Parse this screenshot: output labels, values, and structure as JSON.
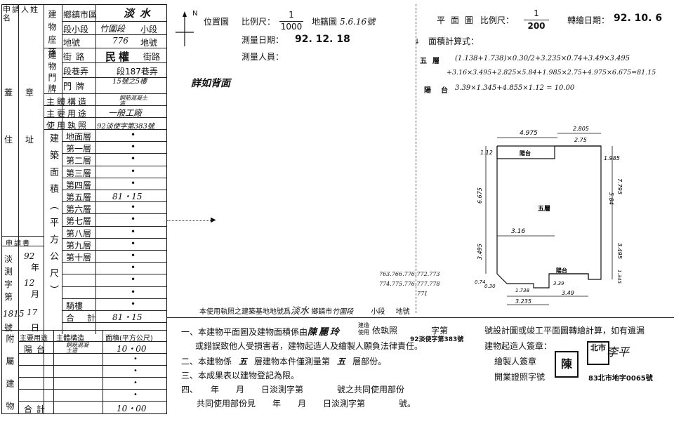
{
  "left_panel": {
    "applicant_label": "申請人姓名",
    "building_location_label": "建物座落",
    "seal_label": "蓋章",
    "address_label": "住址",
    "rows": {
      "township_label": "鄉鎮市區",
      "township_value": "淡水",
      "section_label": "段小段",
      "section_value_1": "竹圍段",
      "section_value_2": "小段",
      "lot_label": "地號",
      "lot_value": "776",
      "lot_suffix": "地號",
      "street_label": "街路",
      "street_value": "民權",
      "street_suffix": "街路",
      "lane_label": "段巷弄",
      "lane_value": "段187巷弄",
      "door_label": "門牌",
      "door_value": "15號之5樓",
      "structure_label": "主體構造",
      "structure_value": "鋼筋混凝土造",
      "usage_label": "主要用途",
      "usage_value": "一般工廠",
      "permit_label": "使用執照",
      "permit_value": "92淡使字第383號"
    },
    "group_labels": {
      "building_label": "建物門牌",
      "area_label": "建築面積（平方公尺）"
    },
    "floors": [
      {
        "name": "地面層",
        "value": "•"
      },
      {
        "name": "第一層",
        "value": "•"
      },
      {
        "name": "第二層",
        "value": "•"
      },
      {
        "name": "第三層",
        "value": "•"
      },
      {
        "name": "第四層",
        "value": "•"
      },
      {
        "name": "第五層",
        "value": "81・15"
      },
      {
        "name": "第六層",
        "value": "•"
      },
      {
        "name": "第七層",
        "value": "•"
      },
      {
        "name": "第八層",
        "value": "•"
      },
      {
        "name": "第九層",
        "value": "•"
      },
      {
        "name": "第十層",
        "value": "•"
      },
      {
        "name": "",
        "value": "•"
      },
      {
        "name": "",
        "value": "•"
      },
      {
        "name": "",
        "value": "•"
      },
      {
        "name": "騎樓",
        "value": "•"
      },
      {
        "name": "合計",
        "value": "81・15"
      }
    ],
    "application": {
      "label": "申請書",
      "prefix": "淡測字第",
      "year": "92",
      "year_unit": "年",
      "month": "12",
      "month_unit": "月",
      "number": "1815",
      "day": "17",
      "number_unit": "號",
      "day_unit": "日"
    },
    "attached": {
      "side_label": "附屬建物",
      "col_use": "主要用途",
      "col_structure": "主體構造",
      "col_area": "面積(平方公尺)",
      "balcony": "陽台",
      "balcony_structure": "鋼筋混凝土造",
      "balcony_area": "10・00",
      "total_label": "合計",
      "total_area": "10・00"
    }
  },
  "location_map": {
    "north": "N",
    "title": "位置圖",
    "scale_label": "比例尺：",
    "scale_num": "1",
    "scale_den": "1000",
    "cadastral_label": "地籍圖",
    "cadastral_value": "5.6.16號",
    "survey_date_label": "測量日期：",
    "survey_date": "92. 12. 18",
    "surveyor_label": "測量人員：",
    "note": "詳如背面",
    "lots_1": "763.766.776.772.773",
    "lots_2": "774.775.776.777.778",
    "lots_3": "771",
    "permit_note_prefix": "本使用執照之建築基地地號爲",
    "permit_note_town": "淡水",
    "permit_note_mid": "鄉鎮市",
    "permit_note_sect": "竹圍段",
    "permit_note_small": "小段",
    "permit_note_lot": "地號"
  },
  "floor_plan": {
    "title": "平面圖",
    "scale_label": "比例尺：",
    "scale_num": "1",
    "scale_den": "200",
    "transfer_label": "轉繪日期：",
    "transfer_date": "92. 10. 6",
    "area_calc_label": "面積計算式：",
    "calc_5f_label": "五層",
    "calc_5f_1": "(1.138+1.738)×0.30/2+3.235×0.74+3.49×3.495",
    "calc_5f_2": "+3.16×3.495+2.825×5.84+1.985×2.75+4.975×6.675=81.15",
    "calc_balcony_label": "陽台",
    "calc_balcony": "3.39×1.345+4.855×1.12 = 10.00",
    "dims": {
      "top1": "4.975",
      "top2": "2.805",
      "top3": "2.75",
      "left_top": "1.12",
      "right_top": "1.985",
      "left_mid": "6.675",
      "right_mid1": "5.84",
      "right_mid2": "7.795",
      "mid_width": "3.16",
      "left_low": "3.495",
      "right_low": "3.495",
      "bottom1": "1.738",
      "bottom2": "3.39",
      "bottom3": "3.49",
      "bottom4": "3.235",
      "left_bottom": "0.74",
      "right_bottom": "1.345",
      "left_small": "0.30"
    },
    "room_balcony": "陽台",
    "room_5f": "五層"
  },
  "notes": {
    "n1_prefix": "一、本建物平面圖及建物面積係由",
    "n1_name": "陳麗玲",
    "n1_mid_top": "建造",
    "n1_mid_bottom": "使用",
    "n1_license": "依執照",
    "n1_permit_top": "字第",
    "n1_permit": "92淡使字第383號",
    "n1_tail": "號設計圖或竣工平面圖轉繪計算，如有遺漏",
    "n1_line2": "或錯誤致他人受損害者，建物起造人及繪製人願負法律責任。",
    "n2_prefix": "二、本建物係",
    "n2_value": "五",
    "n2_mid": "層建物本件僅測量第",
    "n2_value2": "五",
    "n2_tail": "層部份。",
    "n3": "三、本成果表以建物登記為限。",
    "n4": "四、　　年　　月　　日淡測字第　　　　號之共同使用部份",
    "n5": "共同使用部份見　　年　　月　　日淡測字第　　　　號。",
    "owner_seal_label": "建物起造人簽章：",
    "drafter_label": "繪製人簽章",
    "license_label": "開業證照字號",
    "license_value": "83北市地字0065號",
    "seal1": "陳",
    "seal2": "北市",
    "seal3": "李平"
  }
}
